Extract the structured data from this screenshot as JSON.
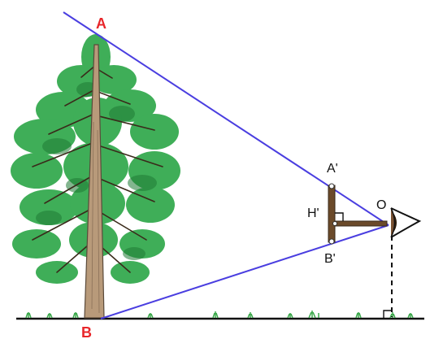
{
  "labels": {
    "A": "A",
    "B": "B",
    "A_prime": "A'",
    "B_prime": "B'",
    "H_prime": "H'",
    "O": "O"
  },
  "colors": {
    "sight_line": "#4a3ee0",
    "point_label_red": "#e8262a",
    "small_label": "#111111",
    "ground": "#111111",
    "rod": "#6b4a2a",
    "foliage": "#2fa84a",
    "foliage_dark": "#1f7a34",
    "trunk": "#b89a7a"
  },
  "icons": {
    "eye": "eye-icon",
    "right_angle_mark": "right-angle-icon"
  }
}
